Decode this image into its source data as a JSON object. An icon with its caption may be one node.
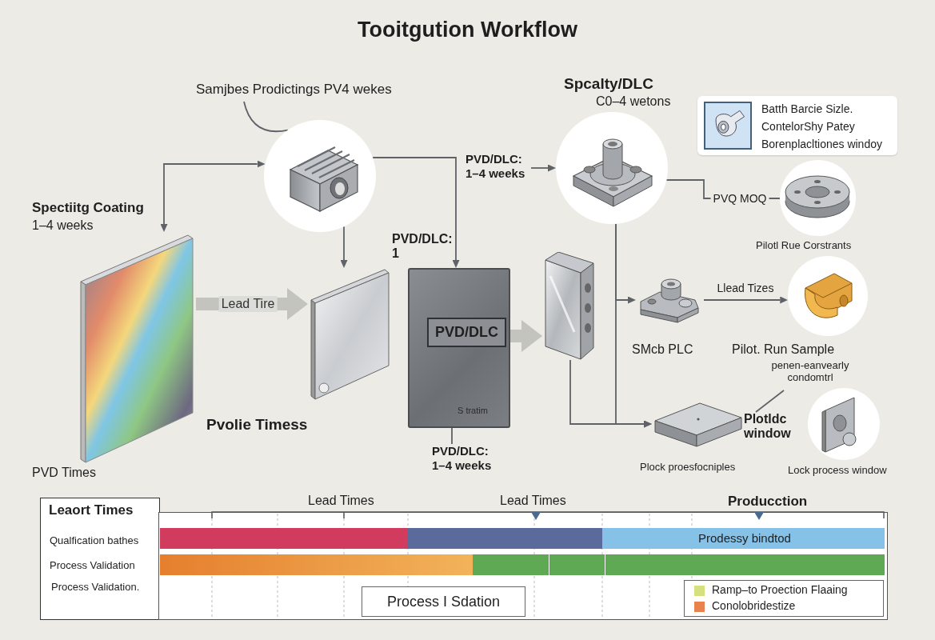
{
  "diagram": {
    "title": "Tooitgution Workflow",
    "nodes": [
      {
        "text": [
          "Samjbes Prodictings PV4 wekes"
        ]
      },
      {
        "text": [],
        "shape": "picture"
      },
      {
        "text": [
          "PVD/DLC: 1–4 weeks"
        ]
      },
      {
        "text": [],
        "shape": "picture",
        "beside": [
          "Spcalty/DLC",
          "C0–4 wetons"
        ]
      },
      {
        "text": [
          "Batth Barcie Sizle.",
          "ContelorShy Patey",
          "Borenplacltiones windoy"
        ]
      },
      {
        "text": [],
        "shape": "picture",
        "beside": [
          "Spectiitg Coating",
          "1–4 weeks",
          "PVD Times"
        ]
      },
      {
        "text": [],
        "shape": "picture",
        "beside": [
          "Pilotl Rue Corstrants"
        ]
      },
      {
        "text": [],
        "shape": "picture"
      },
      {
        "text": [
          "PVD/DLC",
          "S tratim"
        ],
        "beside": [
          "PVD/DLC: 1"
        ]
      },
      {
        "text": [],
        "shape": "picture"
      },
      {
        "text": [],
        "shape": "picture",
        "beside": [
          "SMcb PLC"
        ]
      },
      {
        "text": [],
        "shape": "picture",
        "beside": [
          "Pilot. Run Sample",
          "penen-eanvearly condomtrl"
        ]
      },
      {
        "text": [
          "PVD/DLC: 1–4 weeks"
        ]
      },
      {
        "text": [],
        "shape": "picture",
        "beside": [
          "Plock proesfocniples"
        ]
      },
      {
        "text": [
          "Plotldc window"
        ]
      },
      {
        "text": [],
        "shape": "picture",
        "beside": [
          "Lock process window"
        ]
      }
    ],
    "edges": [
      {
        "from": 0,
        "to": 1,
        "arrow": "none"
      },
      {
        "from": 5,
        "to": 1,
        "arrow": "both"
      },
      {
        "from": 1,
        "to": 7,
        "arrow": "to"
      },
      {
        "from": 1,
        "to": 8,
        "arrow": "to"
      },
      {
        "from": 2,
        "to": 3,
        "arrow": "to"
      },
      {
        "from": 5,
        "to": 7,
        "arrow": "to",
        "label": "Lead Tire",
        "style": "thick",
        "color": "#c4c4bf"
      },
      {
        "from": 8,
        "to": 9,
        "arrow": "to",
        "style": "thick",
        "color": "#c4c4bf"
      },
      {
        "from": 3,
        "to": 6,
        "arrow": "none",
        "label": "PVQ MOQ"
      },
      {
        "from": 3,
        "to": 10,
        "arrow": "to"
      },
      {
        "from": 3,
        "to": 13,
        "arrow": "to"
      },
      {
        "from": 9,
        "to": 13,
        "arrow": "to"
      },
      {
        "from": 10,
        "to": 11,
        "arrow": "to",
        "label": "Llead Tizes"
      },
      {
        "from": 12,
        "to": 8,
        "arrow": "none"
      },
      {
        "from": 14,
        "to": 11,
        "arrow": "none"
      }
    ],
    "labels": [
      "Pvolie Timess",
      "Leaort Times",
      "Lead Times",
      "Lead Times",
      "Producction",
      "Qualfication bathes",
      "Prodessy bindtod",
      "Process Validation",
      "Process Validation.",
      "Process I Sdation"
    ],
    "legend": [
      {
        "text": "Ramp–to Proection Flaaing",
        "color": "#d6e07e"
      },
      {
        "text": "Conolobridestize",
        "color": "#e8834e"
      }
    ]
  }
}
